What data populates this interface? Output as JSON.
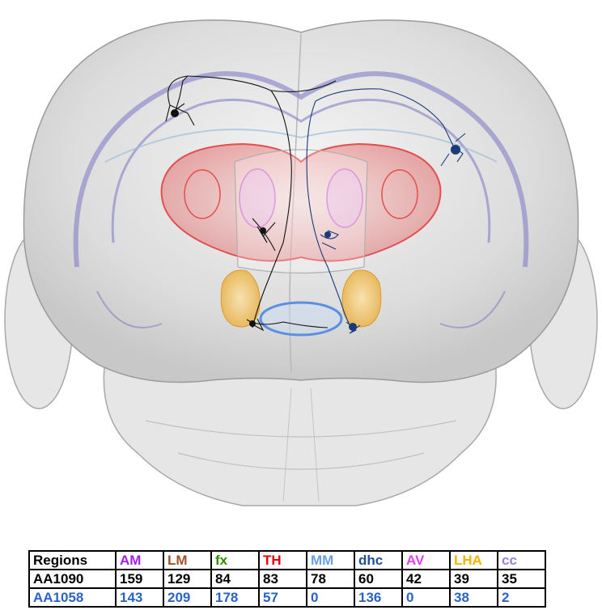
{
  "table": {
    "header_label": "Regions",
    "regions": [
      {
        "name": "AM",
        "color": "#a020f0"
      },
      {
        "name": "LM",
        "color": "#a0522d"
      },
      {
        "name": "fx",
        "color": "#2e8b00"
      },
      {
        "name": "TH",
        "color": "#e8000b"
      },
      {
        "name": "MM",
        "color": "#6a9fe6"
      },
      {
        "name": "dhc",
        "color": "#1f4e9c"
      },
      {
        "name": "AV",
        "color": "#e040fb"
      },
      {
        "name": "LHA",
        "color": "#f4b400"
      },
      {
        "name": "cc",
        "color": "#9b7fe0"
      }
    ],
    "rows": [
      {
        "neuron": "AA1090",
        "color": "#000000",
        "values": [
          "159",
          "129",
          "84",
          "83",
          "78",
          "60",
          "42",
          "39",
          "35"
        ]
      },
      {
        "neuron": "AA1058",
        "color": "#2a63c8",
        "values": [
          "143",
          "209",
          "178",
          "57",
          "0",
          "136",
          "0",
          "38",
          "2"
        ]
      }
    ]
  },
  "colors": {
    "brain_fill": "#d9d9d9",
    "ventricle_outline": "#8b85c9",
    "thalamus": "#e87a7a",
    "hypothalamus_lha": "#f2c060",
    "mammillary": "#5b8fe0",
    "neuron_black": "#000000",
    "neuron_blue": "#1a3a7a"
  }
}
